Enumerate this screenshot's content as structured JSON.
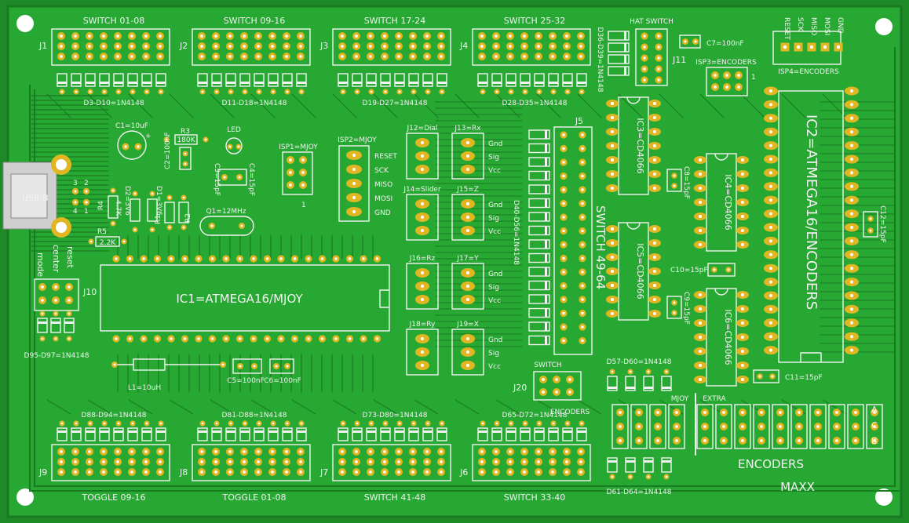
{
  "board": {
    "colors": {
      "board": "#1e8a27",
      "copper": "#27a832",
      "trace": "#1a7a22",
      "pad": "#e0b622",
      "silk": "#f2f2f2",
      "hole": "#ffffff",
      "ic_body": "#1e8a27"
    }
  },
  "headers_top": [
    {
      "title": "SWITCH 01-08",
      "jlabel": "J1",
      "diodes": "D3-D10=1N4148"
    },
    {
      "title": "SWITCH 09-16",
      "jlabel": "J2",
      "diodes": "D11-D18=1N4148"
    },
    {
      "title": "SWITCH 17-24",
      "jlabel": "J3",
      "diodes": "D19-D27=1N4148"
    },
    {
      "title": "SWITCH 25-32",
      "jlabel": "J4",
      "diodes": "D28-D35=1N4148"
    }
  ],
  "headers_bottom": [
    {
      "title": "TOGGLE 09-16",
      "jlabel": "J9",
      "diodes": "D88-D94=1N4148"
    },
    {
      "title": "TOGGLE 01-08",
      "jlabel": "J8",
      "diodes": "D81-D88=1N4148"
    },
    {
      "title": "SWITCH 41-48",
      "jlabel": "J7",
      "diodes": "D73-D80=1N4148"
    },
    {
      "title": "SWITCH 33-40",
      "jlabel": "J6",
      "diodes": "D65-D72=1N4148"
    }
  ],
  "hat": {
    "title": "HAT SWITCH",
    "jlabel": "J11",
    "diodes": "D36-D39=1N4148"
  },
  "isp4": {
    "pins": [
      "RESET",
      "SCK",
      "MISO",
      "MOSI",
      "GND"
    ],
    "label": "ISP4=ENCODERS"
  },
  "isp3": {
    "label": "ISP3=ENCODERS"
  },
  "isp2": {
    "label": "ISP2=MJOY",
    "pins": [
      "RESET",
      "SCK",
      "MISO",
      "MOSI",
      "GND"
    ]
  },
  "isp1": {
    "label": "ISP1=MJOY"
  },
  "caps": {
    "c1": "C1=10uF",
    "c2": "C2=100nF",
    "c3": "C3=15pF",
    "c4": "C4=15pF",
    "c5": "C5=100nF",
    "c6": "C6=100nF",
    "c7": "C7=100nF",
    "c8": "C8=15pF",
    "c9": "C9=15pF",
    "c10": "C10=15pF",
    "c11": "C11=15pF",
    "c12": "C12=15pF"
  },
  "resistors": {
    "r3_label": "R3",
    "r3_value": "180K",
    "r4": "R4",
    "r4_value": "4.7K",
    "r5": "R5",
    "r5_value": "2.2K",
    "r1": "R1",
    "r2": "R2"
  },
  "zeners": {
    "d1": "D1=3V6",
    "d2": "D2=3V6"
  },
  "led": "LED",
  "crystal": "Q1=12MHz",
  "usb": {
    "label": "USB-B",
    "pins": [
      "3",
      "2",
      "4",
      "1"
    ]
  },
  "ics": {
    "ic1": "IC1=ATMEGA16/MJOY",
    "ic2": "IC2=ATMEGA16/ENCODERS",
    "ic3": "IC3=CD4066",
    "ic4": "IC4=CD4066",
    "ic5": "IC5=CD4066",
    "ic6": "IC6=CD4066"
  },
  "analog_connectors": [
    {
      "label": "J12=Dial"
    },
    {
      "label": "J13=Rx"
    },
    {
      "label": "J14=Slider"
    },
    {
      "label": "J15=Z"
    },
    {
      "label": "J16=Rz"
    },
    {
      "label": "J17=Y"
    },
    {
      "label": "J18=Ry"
    },
    {
      "label": "J19=X"
    }
  ],
  "isp_labels_one": "1",
  "isp3_one": "1",
  "isp1_one": "1",
  "J14_label": "J14=Slider",
  "analog_pins": [
    "Gnd",
    "Sig",
    "Vcc"
  ],
  "j5": {
    "label": "J5",
    "title": "SWITCH 49-64",
    "diodes": "D40-D56=1N4148"
  },
  "j10": {
    "label": "J10",
    "labels": [
      "mode",
      "center",
      "reset"
    ],
    "diodes": "D95-D97=1N4148"
  },
  "inductor": "L1=10uH",
  "j20": {
    "label": "J20",
    "top": "SWITCH",
    "bottom": "ENCODERS"
  },
  "encoders": {
    "title": "ENCODERS",
    "diodes_top": "D57-D60=1N4148",
    "diodes_bottom": "D61-D64=1N4148",
    "mjoy": "MJOY",
    "extra": "EXTRA",
    "rows": [
      "A",
      "C",
      "B"
    ]
  },
  "brand": "MAXX"
}
